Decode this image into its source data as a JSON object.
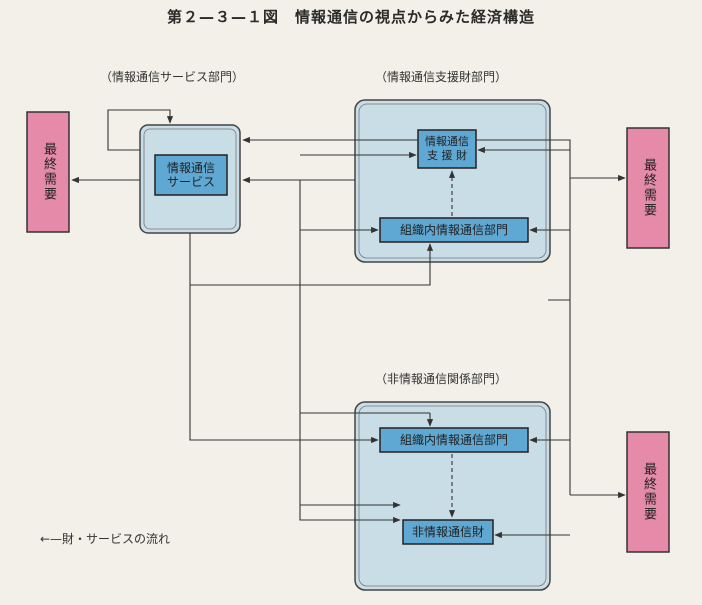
{
  "title": "第２—３—１図　情報通信の視点からみた経済構造",
  "sectors": {
    "service": "（情報通信サービス部門）",
    "goods": "（情報通信支援財部門）",
    "non_info": "（非情報通信関係部門）"
  },
  "boxes": {
    "service_inner_l1": "情報通信",
    "service_inner_l2": "サービス",
    "goods_top_l1": "情報通信",
    "goods_top_l2": "支 援 財",
    "goods_bottom": "組織内情報通信部門",
    "non_top": "組織内情報通信部門",
    "non_bottom": "非情報通信財"
  },
  "final_demand": "最終需要",
  "legend": "←—財・サービスの流れ",
  "colors": {
    "background": "#f2f0e8",
    "panel": "#c8dde6",
    "inner": "#5fa8d3",
    "demand": "#e58aa8",
    "line": "#333333"
  }
}
